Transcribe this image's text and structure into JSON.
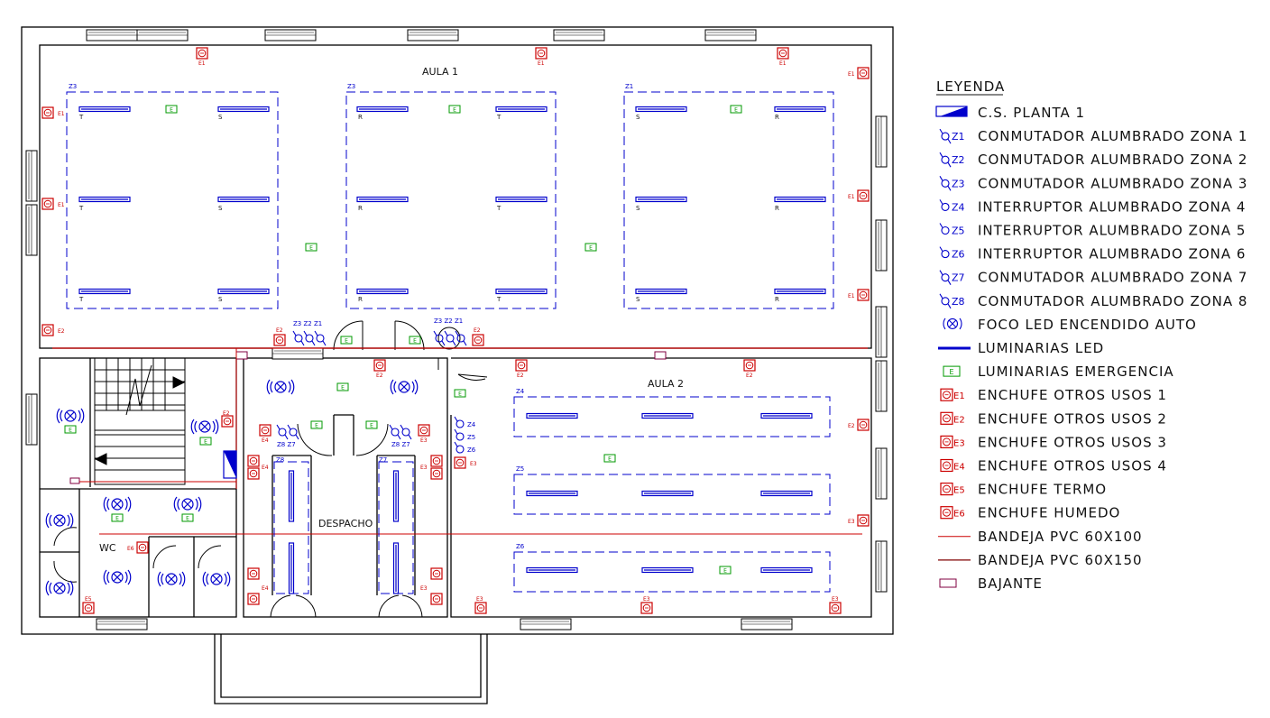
{
  "plan": {
    "rooms": {
      "aula1": "AULA 1",
      "aula2": "AULA 2",
      "despacho": "DESPACHO",
      "wc": "WC"
    },
    "zones": [
      {
        "id": "z3a",
        "label": "Z3"
      },
      {
        "id": "z3b",
        "label": "Z3"
      },
      {
        "id": "z1",
        "label": "Z1"
      },
      {
        "id": "z4",
        "label": "Z4"
      },
      {
        "id": "z5",
        "label": "Z5"
      },
      {
        "id": "z6",
        "label": "Z6"
      },
      {
        "id": "z8",
        "label": "Z8"
      },
      {
        "id": "z7",
        "label": "Z7"
      }
    ],
    "phase_tags": [
      "T",
      "S",
      "R"
    ],
    "emergency_tag": "E",
    "socket_tags": [
      "E1",
      "E2",
      "E3",
      "E4",
      "E5",
      "E6"
    ],
    "switch_groups": {
      "aula1_left": "Z3 Z2 Z1",
      "aula1_right": "Z3 Z2 Z1",
      "despacho_left": "Z8 Z7",
      "despacho_right": "Z8 Z7",
      "aula2_z4": "Z4",
      "aula2_z5": "Z5",
      "aula2_z6": "Z6"
    }
  },
  "legend": {
    "title": "LEYENDA",
    "items": [
      {
        "symbol": "panel-icon",
        "label": "C.S. PLANTA 1"
      },
      {
        "symbol": "commutator-icon",
        "code": "Z1",
        "label": "CONMUTADOR ALUMBRADO ZONA 1"
      },
      {
        "symbol": "commutator-icon",
        "code": "Z2",
        "label": "CONMUTADOR ALUMBRADO ZONA 2"
      },
      {
        "symbol": "commutator-icon",
        "code": "Z3",
        "label": "CONMUTADOR ALUMBRADO ZONA 3"
      },
      {
        "symbol": "switch-icon",
        "code": "Z4",
        "label": "INTERRUPTOR ALUMBRADO ZONA 4"
      },
      {
        "symbol": "switch-icon",
        "code": "Z5",
        "label": "INTERRUPTOR ALUMBRADO ZONA 5"
      },
      {
        "symbol": "switch-icon",
        "code": "Z6",
        "label": "INTERRUPTOR ALUMBRADO ZONA 6"
      },
      {
        "symbol": "commutator-icon",
        "code": "Z7",
        "label": "CONMUTADOR ALUMBRADO ZONA 7"
      },
      {
        "symbol": "commutator-icon",
        "code": "Z8",
        "label": "CONMUTADOR ALUMBRADO ZONA 8"
      },
      {
        "symbol": "led-spot-icon",
        "label": "FOCO LED ENCENDIDO AUTO"
      },
      {
        "symbol": "led-luminaire-icon",
        "label": "LUMINARIAS LED"
      },
      {
        "symbol": "emergency-light-icon",
        "code": "E",
        "label": "LUMINARIAS EMERGENCIA"
      },
      {
        "symbol": "socket-icon",
        "code": "E1",
        "label": "ENCHUFE OTROS USOS 1"
      },
      {
        "symbol": "socket-icon",
        "code": "E2",
        "label": "ENCHUFE OTROS USOS 2"
      },
      {
        "symbol": "socket-icon",
        "code": "E3",
        "label": "ENCHUFE OTROS USOS 3"
      },
      {
        "symbol": "socket-icon",
        "code": "E4",
        "label": "ENCHUFE OTROS USOS 4"
      },
      {
        "symbol": "socket-icon",
        "code": "E5",
        "label": "ENCHUFE TERMO"
      },
      {
        "symbol": "socket-icon",
        "code": "E6",
        "label": "ENCHUFE HUMEDO"
      },
      {
        "symbol": "tray-thin-icon",
        "label": "BANDEJA PVC 60X100"
      },
      {
        "symbol": "tray-thick-icon",
        "label": "BANDEJA PVC 60X150"
      },
      {
        "symbol": "downpipe-icon",
        "label": "BAJANTE"
      }
    ]
  },
  "colors": {
    "wall": "#000000",
    "lighting": "#0000cc",
    "socket": "#cc0000",
    "emergency": "#009900",
    "tray": "#cc0000",
    "downpipe": "#800040"
  }
}
